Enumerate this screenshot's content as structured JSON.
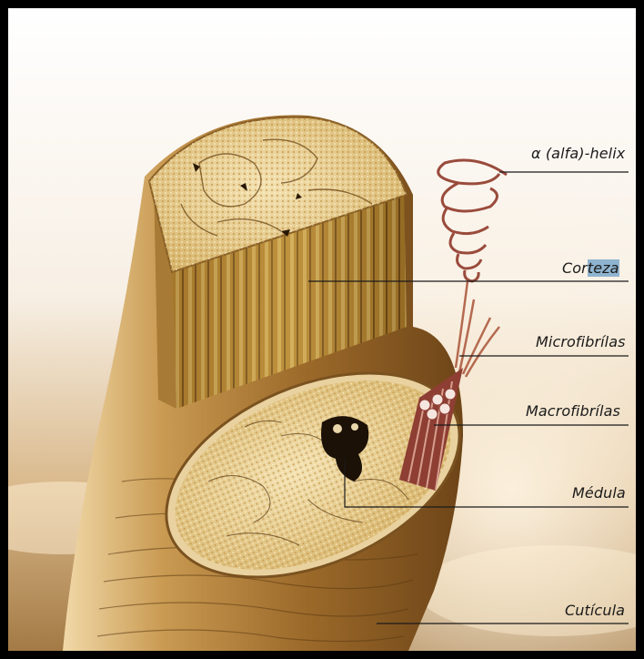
{
  "labels": {
    "alpha_helix": "α (alfa)-helix",
    "corteza_pre": "Cor",
    "corteza_highlight": "teza",
    "microfibrilas": "Microfibrílas",
    "macrofibrilas": "Macrofibrílas",
    "medula": "Médula",
    "cuticula": "Cutícula"
  },
  "colors": {
    "hair_gold": "#c9a25a",
    "hair_dark": "#8a5e22",
    "cross_section": "#ead29b",
    "helix_red": "#9a4b3c",
    "highlight": "#8fb4cf"
  }
}
